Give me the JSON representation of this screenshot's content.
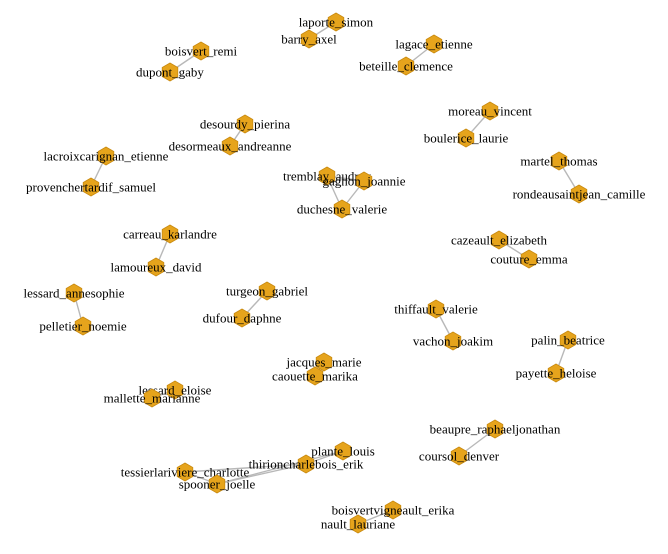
{
  "colors": {
    "node_fill": "#e6a41c",
    "edge": "#b8b8b8",
    "label": "#000000",
    "background": "#ffffff"
  },
  "nodes": [
    {
      "id": "laporte_simon",
      "label": "laporte_simon"
    },
    {
      "id": "barry_axel",
      "label": "barry_axel"
    },
    {
      "id": "boisvert_remi",
      "label": "boisvert_remi"
    },
    {
      "id": "dupont_gaby",
      "label": "dupont_gaby"
    },
    {
      "id": "lagace_etienne",
      "label": "lagace_etienne"
    },
    {
      "id": "beteille_clemence",
      "label": "beteille_clemence"
    },
    {
      "id": "moreau_vincent",
      "label": "moreau_vincent"
    },
    {
      "id": "boulerice_laurie",
      "label": "boulerice_laurie"
    },
    {
      "id": "desourdy_pierina",
      "label": "desourdy_pierina"
    },
    {
      "id": "desormeaux_andreanne",
      "label": "desormeaux_andreanne"
    },
    {
      "id": "lacroixcarignan_etienne",
      "label": "lacroixcarignan_etienne"
    },
    {
      "id": "provenchertardif_samuel",
      "label": "provenchertardif_samuel"
    },
    {
      "id": "martel_thomas",
      "label": "martel_thomas"
    },
    {
      "id": "rondeausaintjean_camille",
      "label": "rondeausaintjean_camille"
    },
    {
      "id": "tremblay_audrey",
      "label": "tremblay_audrey"
    },
    {
      "id": "gagnon_joannie",
      "label": "gagnon_joannie"
    },
    {
      "id": "duchesne_valerie",
      "label": "duchesne_valerie"
    },
    {
      "id": "carreau_karlandre",
      "label": "carreau_karlandre"
    },
    {
      "id": "lamoureux_david",
      "label": "lamoureux_david"
    },
    {
      "id": "cazeault_elizabeth",
      "label": "cazeault_elizabeth"
    },
    {
      "id": "couture_emma",
      "label": "couture_emma"
    },
    {
      "id": "lessard_annesophie",
      "label": "lessard_annesophie"
    },
    {
      "id": "pelletier_noemie",
      "label": "pelletier_noemie"
    },
    {
      "id": "turgeon_gabriel",
      "label": "turgeon_gabriel"
    },
    {
      "id": "dufour_daphne",
      "label": "dufour_daphne"
    },
    {
      "id": "thiffault_valerie",
      "label": "thiffault_valerie"
    },
    {
      "id": "vachon_joakim",
      "label": "vachon_joakim"
    },
    {
      "id": "palin_beatrice",
      "label": "palin_beatrice"
    },
    {
      "id": "payette_heloise",
      "label": "payette_heloise"
    },
    {
      "id": "jacques_marie",
      "label": "jacques_marie"
    },
    {
      "id": "caouette_marika",
      "label": "caouette_marika"
    },
    {
      "id": "lessard_eloise",
      "label": "lessard_eloise"
    },
    {
      "id": "mallette_marianne",
      "label": "mallette_marianne"
    },
    {
      "id": "beaupre_raphaeljonathan",
      "label": "beaupre_raphaeljonathan"
    },
    {
      "id": "coursol_denver",
      "label": "coursol_denver"
    },
    {
      "id": "plante_louis",
      "label": "plante_louis"
    },
    {
      "id": "thirioncharlebois_erik",
      "label": "thirioncharlebois_erik"
    },
    {
      "id": "tessierlariviere_charlotte",
      "label": "tessierlariviere_charlotte"
    },
    {
      "id": "spooner_joelle",
      "label": "spooner_joelle"
    },
    {
      "id": "boisvertvigneault_erika",
      "label": "boisvertvigneault_erika"
    },
    {
      "id": "nault_lauriane",
      "label": "nault_lauriane"
    }
  ],
  "edges": [
    [
      "laporte_simon",
      "barry_axel"
    ],
    [
      "boisvert_remi",
      "dupont_gaby"
    ],
    [
      "lagace_etienne",
      "beteille_clemence"
    ],
    [
      "moreau_vincent",
      "boulerice_laurie"
    ],
    [
      "desourdy_pierina",
      "desormeaux_andreanne"
    ],
    [
      "lacroixcarignan_etienne",
      "provenchertardif_samuel"
    ],
    [
      "martel_thomas",
      "rondeausaintjean_camille"
    ],
    [
      "tremblay_audrey",
      "gagnon_joannie"
    ],
    [
      "tremblay_audrey",
      "duchesne_valerie"
    ],
    [
      "gagnon_joannie",
      "duchesne_valerie"
    ],
    [
      "carreau_karlandre",
      "lamoureux_david"
    ],
    [
      "cazeault_elizabeth",
      "couture_emma"
    ],
    [
      "lessard_annesophie",
      "pelletier_noemie"
    ],
    [
      "turgeon_gabriel",
      "dufour_daphne"
    ],
    [
      "thiffault_valerie",
      "vachon_joakim"
    ],
    [
      "palin_beatrice",
      "payette_heloise"
    ],
    [
      "jacques_marie",
      "caouette_marika"
    ],
    [
      "lessard_eloise",
      "mallette_marianne"
    ],
    [
      "beaupre_raphaeljonathan",
      "coursol_denver"
    ],
    [
      "plante_louis",
      "thirioncharlebois_erik"
    ],
    [
      "plante_louis",
      "spooner_joelle"
    ],
    [
      "thirioncharlebois_erik",
      "spooner_joelle"
    ],
    [
      "tessierlariviere_charlotte",
      "spooner_joelle"
    ],
    [
      "tessierlariviere_charlotte",
      "thirioncharlebois_erik"
    ],
    [
      "boisvertvigneault_erika",
      "nault_lauriane"
    ]
  ]
}
